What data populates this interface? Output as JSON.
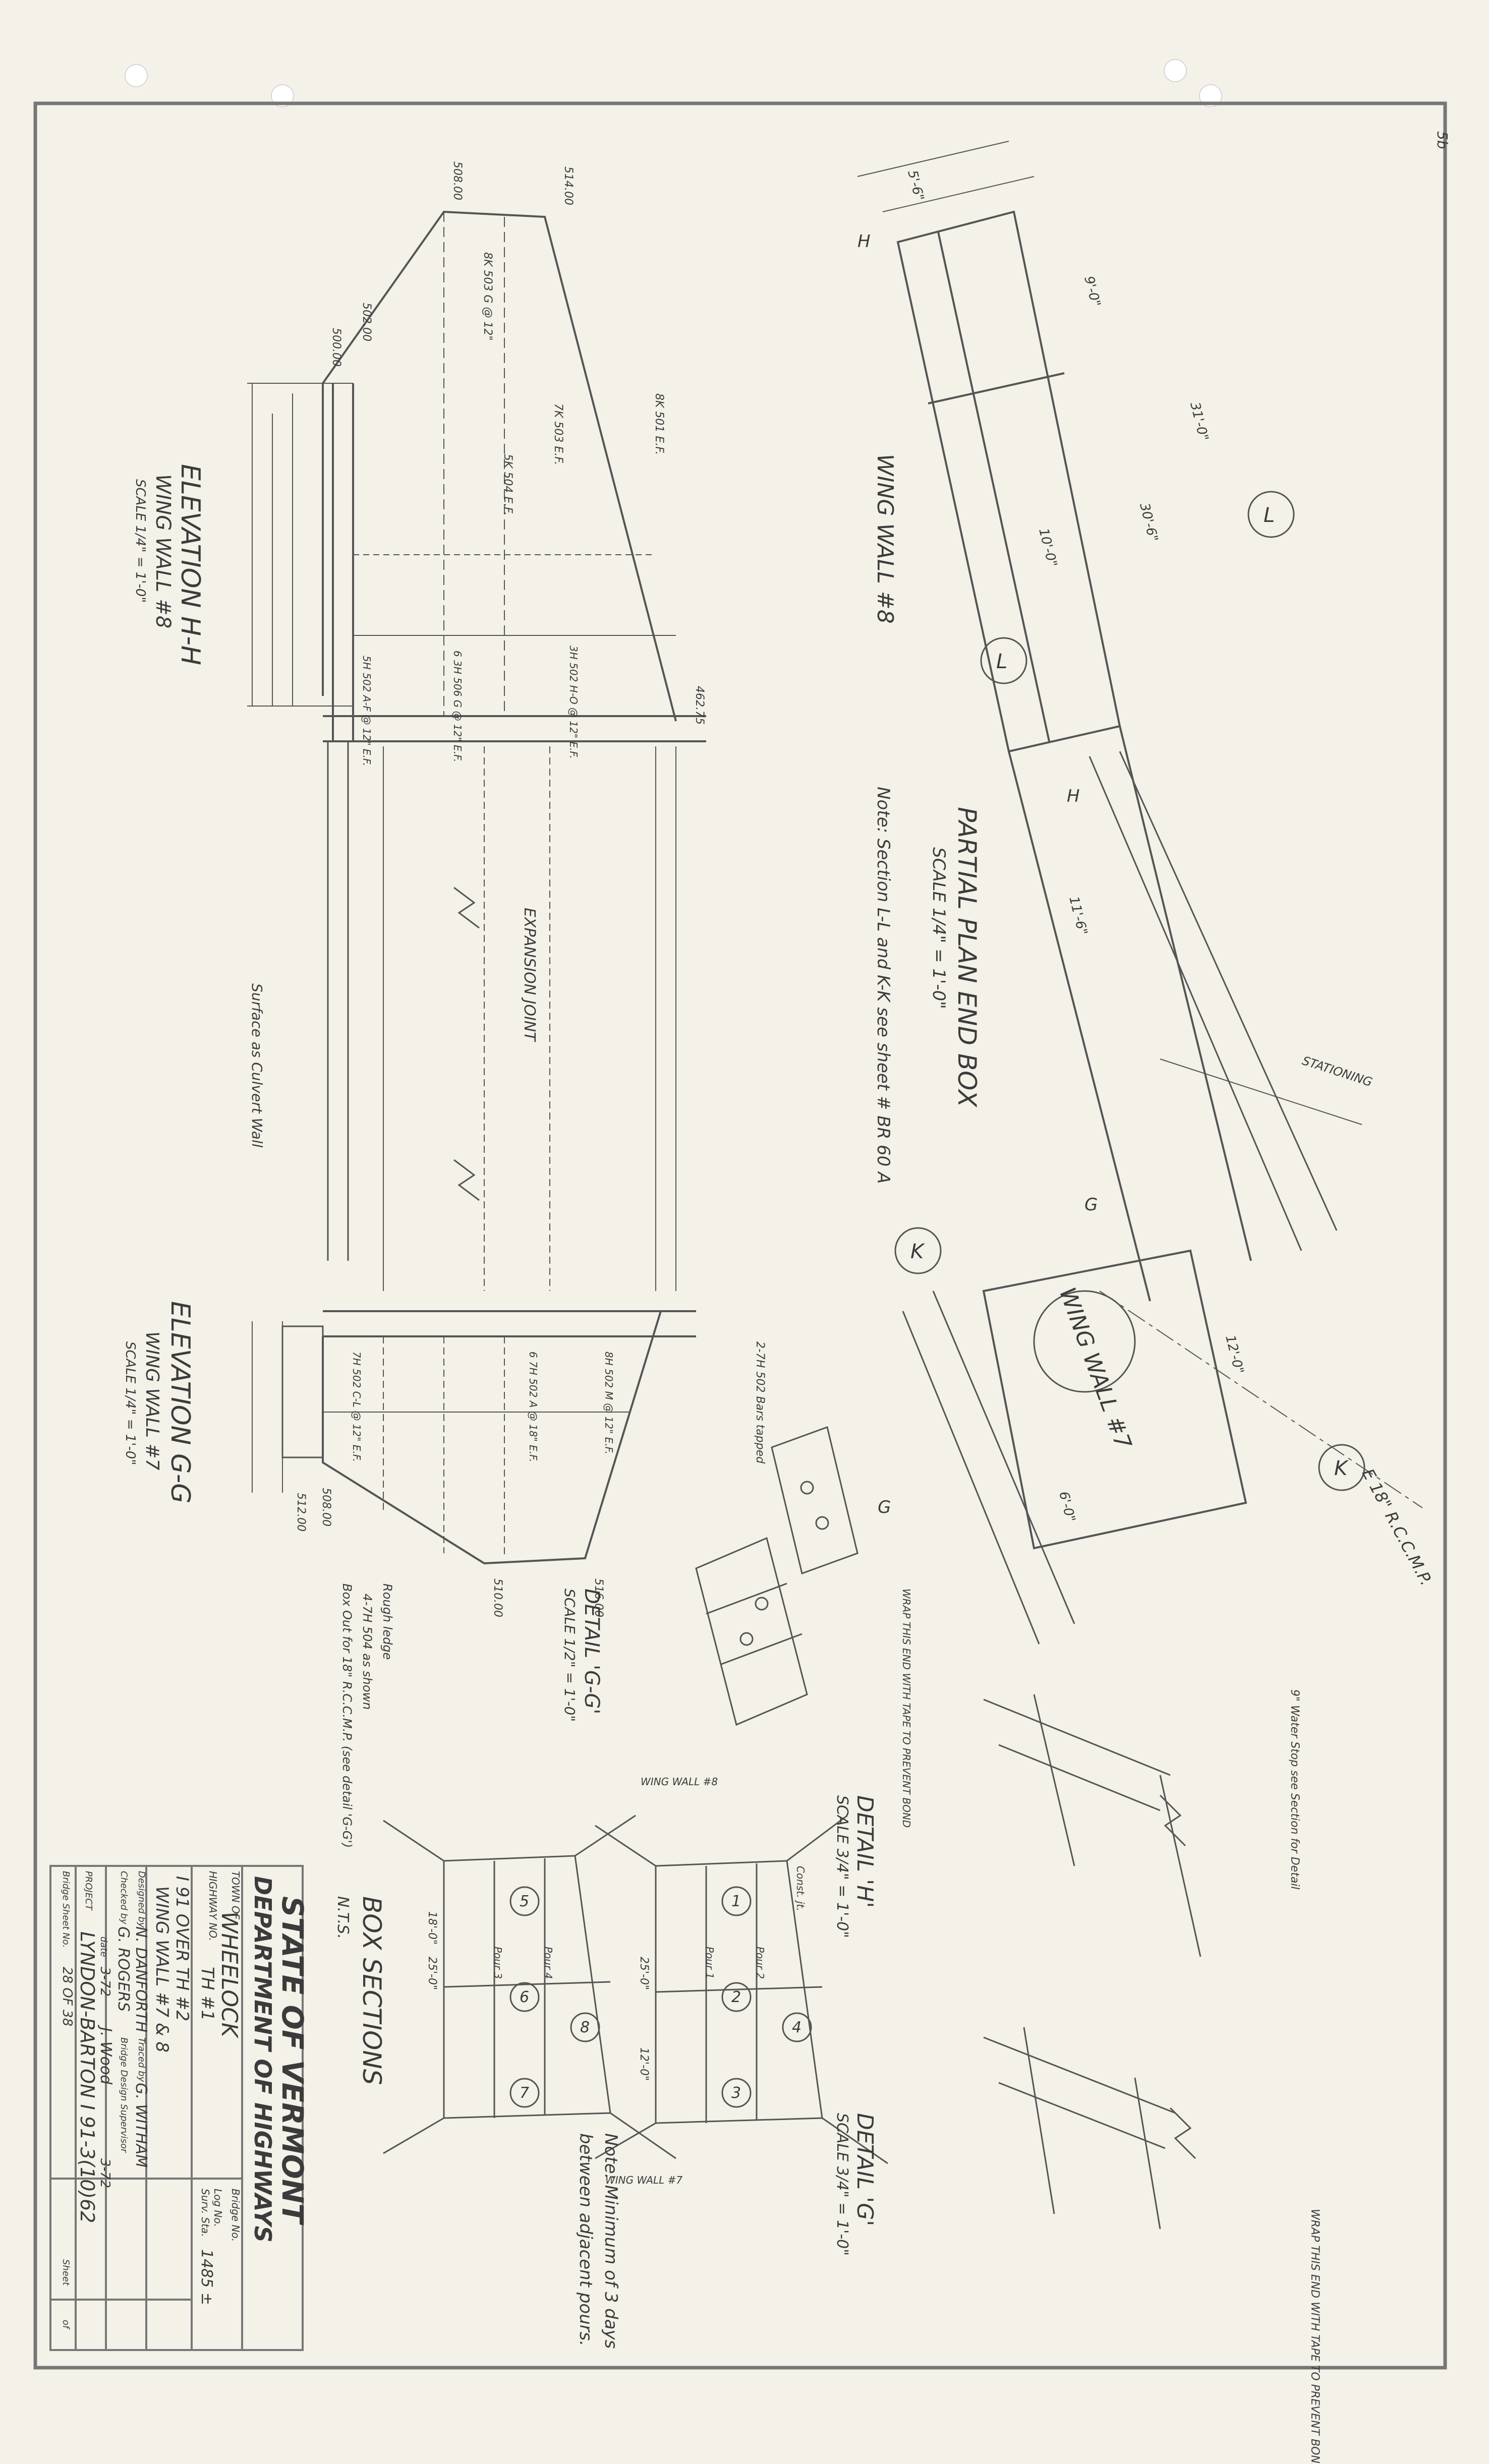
{
  "sheet_no": "5b",
  "title_block": {
    "state": "STATE OF VERMONT",
    "department": "DEPARTMENT OF HIGHWAYS",
    "town_label": "TOWN OF",
    "town": "WHEELOCK",
    "highway_label": "HIGHWAY NO.",
    "highway": "TH #1",
    "project_line": "I 91 OVER TH #2",
    "sheet_title": "WING WALL #7 & 8",
    "designed_by_label": "Designed by",
    "designed_by": "N. DANFORTH",
    "traced_by_label": "Traced by",
    "traced_by": "G. WITHAM",
    "checked_by_label": "Checked by",
    "checked_by": "G. ROGERS",
    "supervisor_label": "Bridge Design Supervisor",
    "date_label": "date",
    "date1": "3-72",
    "date2": "3-72",
    "engineer": "J. Wood",
    "project_label": "PROJECT",
    "project": "LYNDON-BARTON I 91-3(10)62",
    "bridge_no_label": "Bridge No.",
    "log_no_label": "Log No.",
    "survey_sta_label": "Surv. Sta.",
    "survey_sta": "1485 ±",
    "bridge_sheet_label": "Bridge Sheet No.",
    "bridge_sheet": "28 OF 38",
    "sheet_label": "Sheet",
    "of_label": "of"
  },
  "elevation_hh": {
    "title": "ELEVATION H-H",
    "subtitle": "WING WALL #8",
    "scale": "SCALE 1/4\" = 1'-0\"",
    "elevations": [
      "508.00",
      "514.00",
      "502.00",
      "500.00",
      "462.75"
    ],
    "notes": [
      "8K 503 G @ 12\"",
      "5K 504 E.F.",
      "7K 503 E.F.",
      "8K 501 E.F.",
      "Surface as Culvert Wall",
      "EXPANSION JOINT"
    ],
    "bars": [
      "5H 502 A-F @ 12\" E.F.",
      "6 3H 506 G @ 12\" E.F.",
      "3H 502 H-O @ 12\" E.F."
    ]
  },
  "elevation_gg": {
    "title": "ELEVATION G-G",
    "subtitle": "WING WALL #7",
    "scale": "SCALE 1/4\" = 1'-0\"",
    "elevations": [
      "512.00",
      "508.00",
      "510.00",
      "516.00"
    ],
    "notes": [
      "7H 502 C-L @ 12\" E.F.",
      "6 7H 502 A @ 18\" E.F.",
      "8H 502 M @ 12\" E.F.",
      "Rough ledge",
      "4-7H 504 as shown",
      "Box Out for 18\" R.C.C.M.P. (see detail 'G-G')"
    ]
  },
  "partial_plan": {
    "title": "PARTIAL PLAN END BOX",
    "scale": "SCALE 1/4\" = 1'-0\"",
    "note": "Note: Section L-L and K-K see sheet # BR 60 A",
    "wing8": "WING WALL #8",
    "wing7": "WING WALL #7",
    "pipe": "E 18\" R.C.C.M.P.",
    "stationing": "STATIONING",
    "dims": [
      "31'-0\"",
      "9'-0\"",
      "30'-6\"",
      "10'-0\"",
      "11'-6\"",
      "6'-0\"",
      "5'-6\"",
      "12'-0\""
    ],
    "markers": [
      "L",
      "L",
      "K",
      "K",
      "H",
      "H",
      "G",
      "G"
    ]
  },
  "detail_g": {
    "title": "DETAIL 'G'",
    "scale": "SCALE 3/4\" = 1'-0\"",
    "note": "WRAP THIS END WITH TAPE TO PREVENT BOND"
  },
  "detail_h": {
    "title": "DETAIL 'H'",
    "scale": "SCALE 3/4\" = 1'-0\"",
    "note": "9\" Water Stop see Section for Detail"
  },
  "detail_gg": {
    "title": "DETAIL 'G-G'",
    "scale": "SCALE 1/2\" = 1'-0\"",
    "note": "WRAP THIS END WITH TAPE TO PREVENT BOND",
    "bars": "2-7H 502 Bars tapped"
  },
  "box_sections": {
    "title": "BOX SECTIONS",
    "subtitle": "N.T.S.",
    "pours_top": [
      "1",
      "2",
      "3",
      "4"
    ],
    "pours_bottom": [
      "5",
      "6",
      "7",
      "8"
    ],
    "labels": [
      "WING WALL #8",
      "WING WALL #7",
      "Pour 1",
      "Pour 2",
      "Pour 3",
      "Pour 4",
      "Const. jt."
    ],
    "dims": [
      "18'-0\"",
      "25'-0\"",
      "25'-0\"",
      "12'-0\""
    ]
  },
  "pour_note": {
    "line1": "Note: Minimum of 3 days",
    "line2": "between adjacent pours."
  }
}
